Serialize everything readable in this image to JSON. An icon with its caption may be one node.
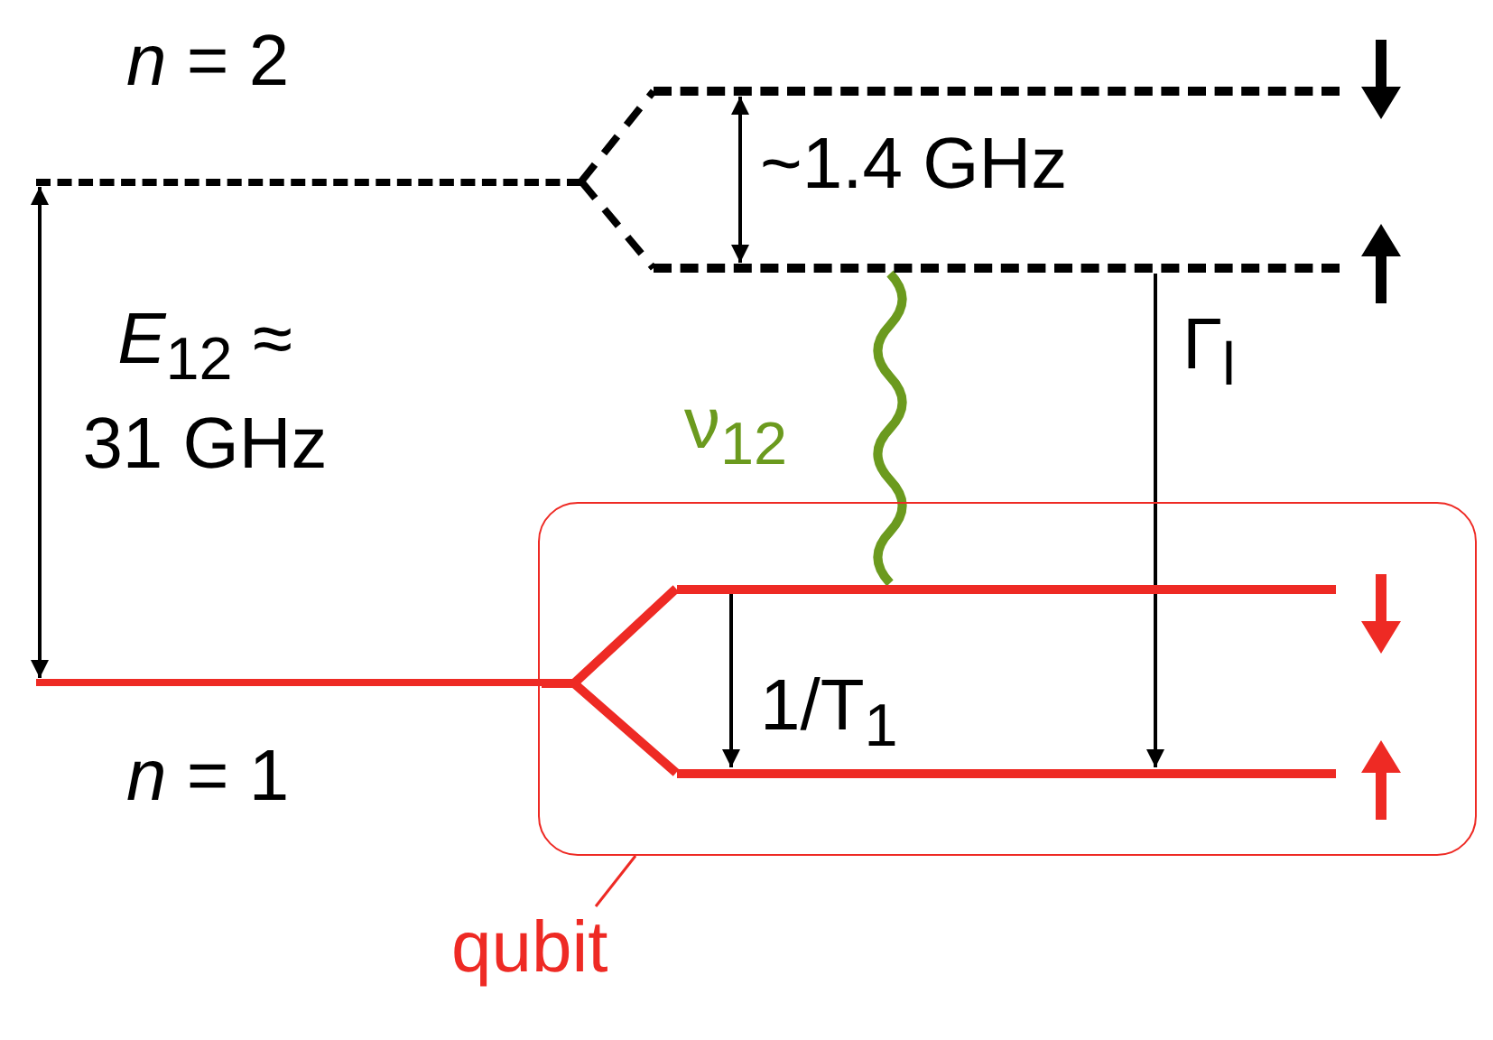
{
  "diagram": {
    "nodes": [
      {
        "text": [
          "*n* = 2"
        ]
      },
      {
        "text": [],
        "shape": "line"
      },
      {
        "text": [],
        "shape": "line"
      },
      {
        "text": [],
        "shape": "box"
      },
      {
        "text": [
          "*n* = 1"
        ]
      },
      {
        "text": [],
        "shape": "line",
        "in": 3
      },
      {
        "text": [],
        "shape": "line",
        "in": 3
      },
      {
        "text": [
          "qubit"
        ]
      }
    ],
    "edges": [
      {
        "from": 0,
        "to": 1,
        "arrow": "none",
        "style": "dashed"
      },
      {
        "from": 0,
        "to": 2,
        "arrow": "none",
        "style": "dashed"
      },
      {
        "from": 0,
        "to": 4,
        "arrow": "both",
        "label": "*E*$_{12}$ ≈ 31 GHz"
      },
      {
        "from": 1,
        "to": 2,
        "arrow": "both",
        "label": "~1.4 GHz"
      },
      {
        "from": 2,
        "to": 5,
        "arrow": "none",
        "label": "ν$_{12}$",
        "style": "thick",
        "color": "#6b9a1e"
      },
      {
        "from": 2,
        "to": 6,
        "arrow": "to",
        "label": "Γ$_{l}$"
      },
      {
        "from": 4,
        "to": 5,
        "arrow": "none",
        "style": "thick",
        "color": "#ee2a24"
      },
      {
        "from": 4,
        "to": 6,
        "arrow": "none",
        "style": "thick",
        "color": "#ee2a24"
      },
      {
        "from": 5,
        "to": 6,
        "arrow": "to",
        "label": "1/T$_{1}$"
      },
      {
        "from": 7,
        "to": 3,
        "arrow": "none",
        "color": "#ee2a24"
      }
    ]
  }
}
